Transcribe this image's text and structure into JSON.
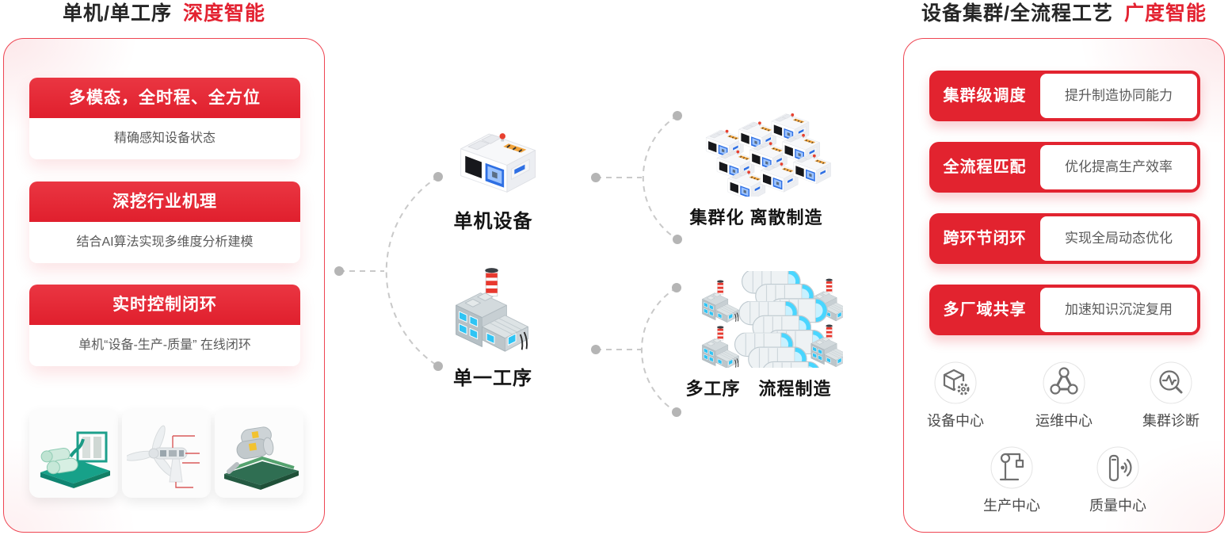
{
  "colors": {
    "accent_red": "#e32231",
    "text_dark": "#262626",
    "text_gray": "#5a5a5a",
    "connector_gray": "#b5b5b5"
  },
  "left_section": {
    "title": "单机/单工序",
    "title_highlight": "深度智能",
    "cards": [
      {
        "header": "多模态，全时程、全方位",
        "body": "精确感知设备状态"
      },
      {
        "header": "深挖行业机理",
        "body": "结合AI算法实现多维度分析建模"
      },
      {
        "header": "实时控制闭环",
        "body": "单机“设备-生产-质量” 在线闭环"
      }
    ]
  },
  "flow": {
    "single_machine_label": "单机设备",
    "single_process_label": "单一工序",
    "cluster_label": "集群化 离散制造",
    "multi_process_label": "多工序　流程制造"
  },
  "right_section": {
    "title": "设备集群/全流程工艺",
    "title_highlight": "广度智能",
    "rows": [
      {
        "label": "集群级调度",
        "desc": "提升制造协同能力"
      },
      {
        "label": "全流程匹配",
        "desc": "优化提高生产效率"
      },
      {
        "label": "跨环节闭环",
        "desc": "实现全局动态优化"
      },
      {
        "label": "多厂域共享",
        "desc": "加速知识沉淀复用"
      }
    ],
    "centers": [
      {
        "label": "设备中心"
      },
      {
        "label": "运维中心"
      },
      {
        "label": "集群诊断"
      },
      {
        "label": "生产中心"
      },
      {
        "label": "质量中心"
      }
    ]
  }
}
